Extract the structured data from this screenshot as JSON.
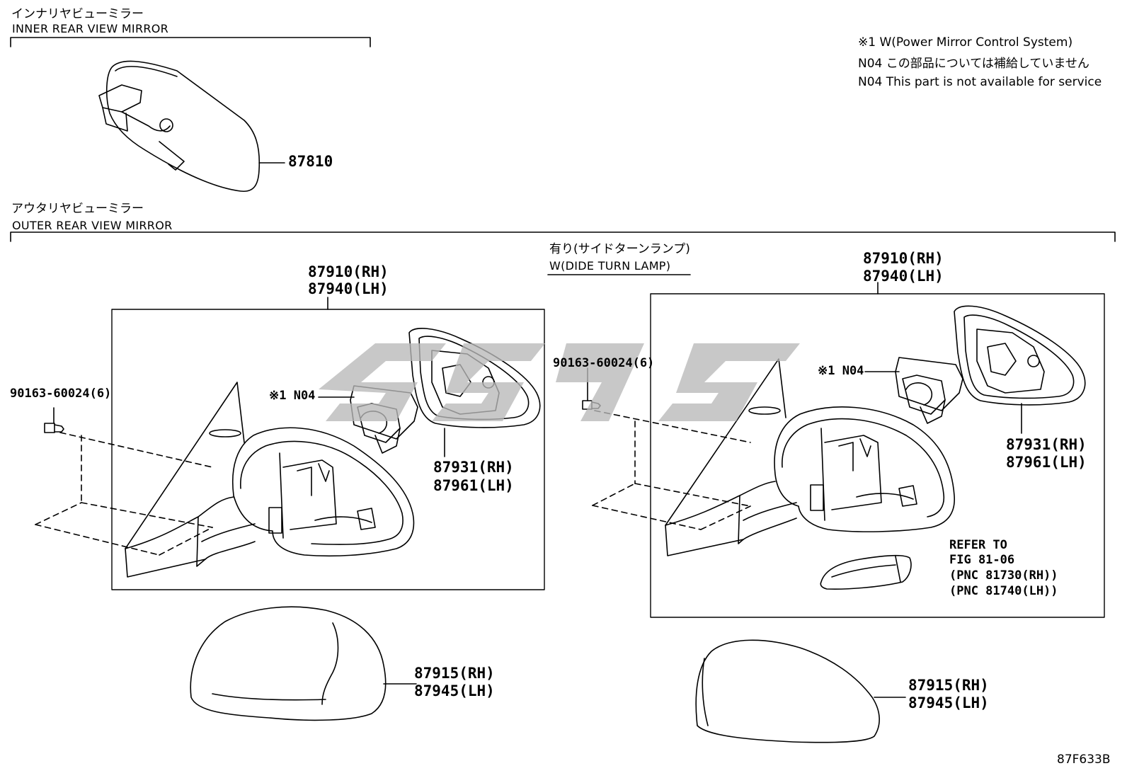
{
  "sections": {
    "inner": {
      "title_jp": "インナリヤビューミラー",
      "title_en": "INNER REAR VIEW MIRROR"
    },
    "outer": {
      "title_jp": "アウタリヤビューミラー",
      "title_en": "OUTER REAR VIEW MIRROR"
    }
  },
  "notes": [
    "※1 W(Power Mirror Control System)",
    "N04 この部品については補給していません",
    "N04 This part is not available for service"
  ],
  "variant_label": {
    "jp": "有り(サイドターンランプ)",
    "en": "W(DIDE TURN LAMP)"
  },
  "parts": {
    "inner_mirror": "87810",
    "left_assy": [
      "87910(RH)",
      "87940(LH)"
    ],
    "left_screw": "90163-60024(6)",
    "left_n04": "※1 N04",
    "left_glass": [
      "87931(RH)",
      "87961(LH)"
    ],
    "left_cover": [
      "87915(RH)",
      "87945(LH)"
    ],
    "right_assy": [
      "87910(RH)",
      "87940(LH)"
    ],
    "right_screw": "90163-60024(6)",
    "right_n04": "※1 N04",
    "right_glass": [
      "87931(RH)",
      "87961(LH)"
    ],
    "right_cover": [
      "87915(RH)",
      "87945(LH)"
    ]
  },
  "refer": [
    "REFER TO",
    "FIG 81-06",
    "(PNC 81730(RH))",
    "(PNC 81740(LH))"
  ],
  "figure_id": "87F633B"
}
